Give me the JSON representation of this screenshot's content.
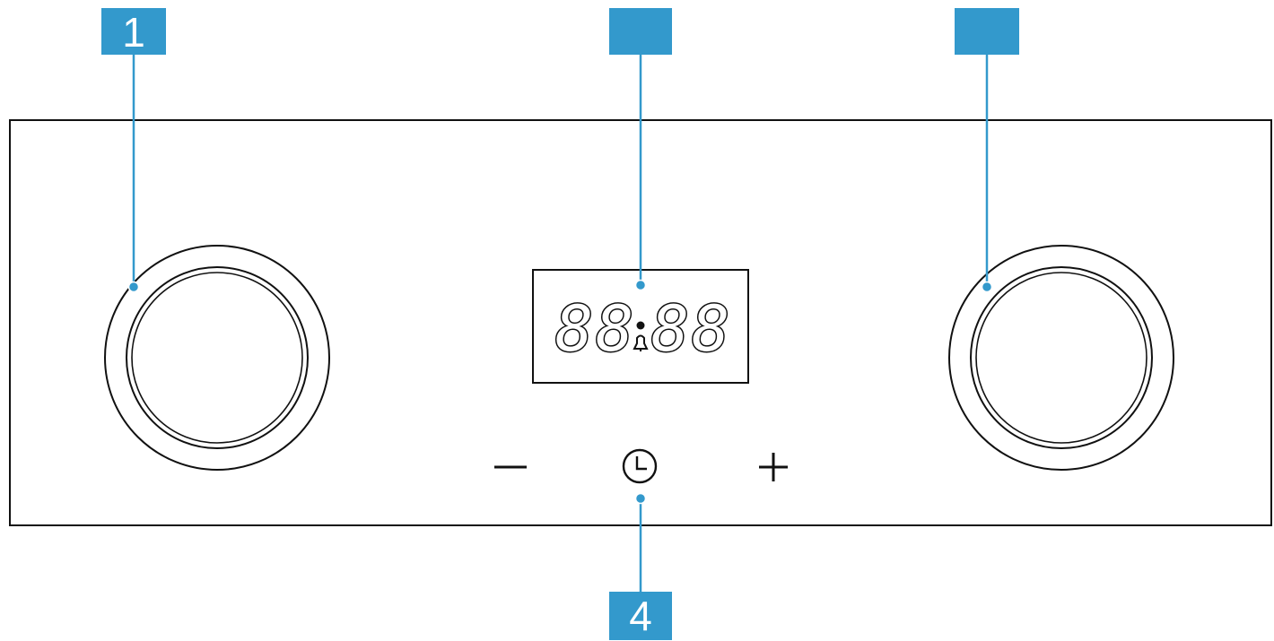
{
  "diagram": {
    "callouts": {
      "left_knob": {
        "label": "1"
      },
      "display": {
        "label": ""
      },
      "right_knob": {
        "label": ""
      },
      "clock_button": {
        "label": "4"
      }
    },
    "display": {
      "digits_left": "88",
      "digits_right": "88"
    },
    "controls": {
      "minus_icon": "minus-icon",
      "clock_icon": "clock-icon",
      "plus_icon": "plus-icon",
      "bell_icon": "bell-icon"
    },
    "colors": {
      "callout": "#3399cc",
      "outline": "#111111"
    }
  }
}
